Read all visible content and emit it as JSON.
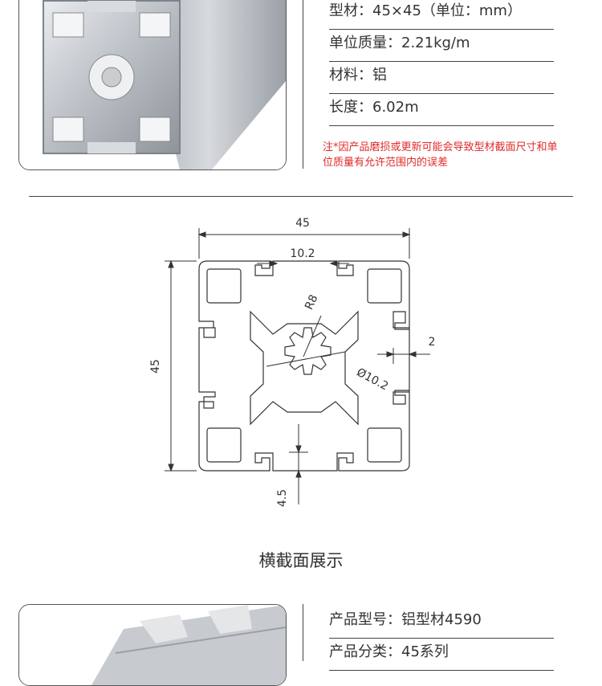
{
  "specs_top": [
    {
      "label": "型材：",
      "value": "45×45（单位：mm）"
    },
    {
      "label": "单位质量：",
      "value": "2.21kg/m"
    },
    {
      "label": "材料：",
      "value": "铝"
    },
    {
      "label": "长度：",
      "value": "6.02m"
    }
  ],
  "note": "注*因产品磨损或更新可能会导致型材截面尺寸和单位质量有允许范围内的误差",
  "drawing": {
    "dim_width": "45",
    "dim_height": "45",
    "dim_slot": "10.2",
    "dim_radius": "R8",
    "dim_wall": "2",
    "dim_bore": "Ø10.2",
    "dim_depth": "4.5"
  },
  "caption": "横截面展示",
  "specs_bottom": [
    {
      "label": "产品型号：",
      "value": "铝型材4590"
    },
    {
      "label": "产品分类：",
      "value": "45系列"
    }
  ],
  "colors": {
    "accent_note": "#e02a2a",
    "line": "#444444"
  }
}
